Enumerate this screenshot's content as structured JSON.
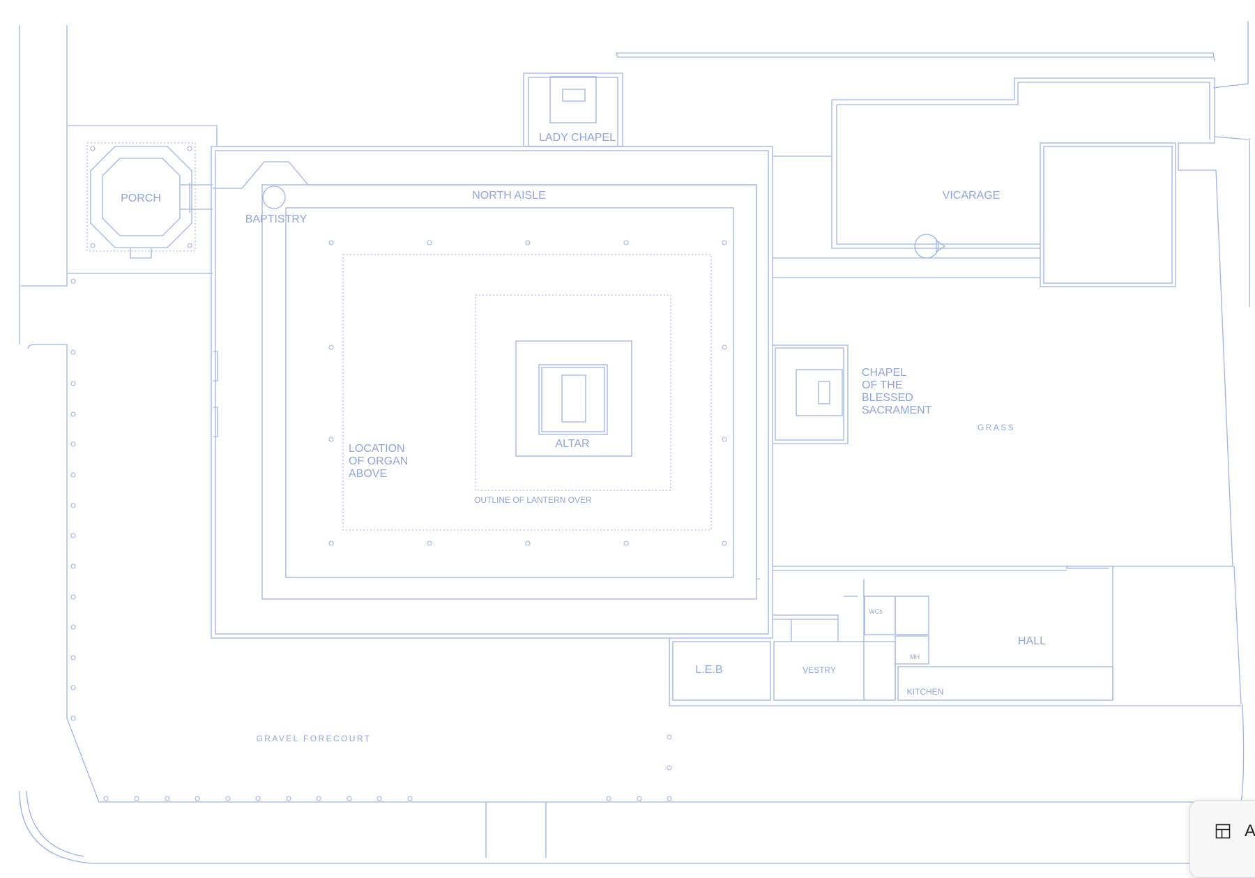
{
  "plan": {
    "rooms": {
      "porch": "PORCH",
      "baptistry": "BAPTISTRY",
      "north_aisle": "NORTH AISLE",
      "lady_chapel": "LADY CHAPEL",
      "vicarage": "VICARAGE",
      "altar": "ALTAR",
      "organ_line1": "LOCATION",
      "organ_line2": "OF ORGAN",
      "organ_line3": "ABOVE",
      "lantern": "OUTLINE OF LANTERN OVER",
      "chapel_line1": "CHAPEL",
      "chapel_line2": "OF THE",
      "chapel_line3": "BLESSED",
      "chapel_line4": "SACRAMENT",
      "grass": "GRASS",
      "hall": "HALL",
      "wcs": "WCs",
      "mh": "MH",
      "kitchen": "KITCHEN",
      "vestry": "VESTRY",
      "leb": "L.E.B",
      "gravel_forecourt": "GRAVEL FORECOURT"
    }
  },
  "toolbar": {
    "icon": "layout-panel-icon",
    "label": "A"
  },
  "colors": {
    "linework": "#9fb4e6",
    "label_text": "#8fa6dc",
    "background": "#ffffff"
  }
}
